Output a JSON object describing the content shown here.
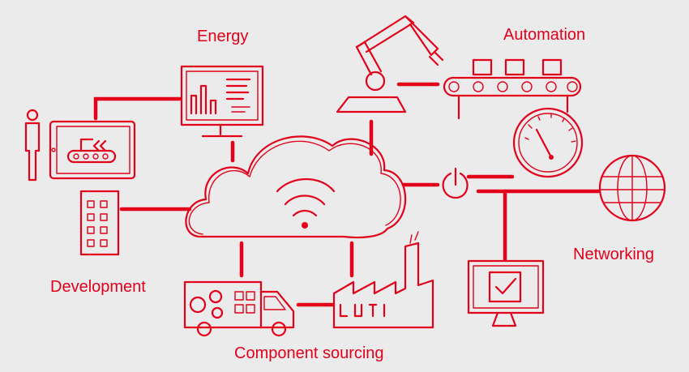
{
  "labels": {
    "energy": "Energy",
    "automation": "Automation",
    "networking": "Networking",
    "development": "Development",
    "component_sourcing": "Component sourcing"
  },
  "colors": {
    "background": "#ebebeb",
    "accent": "#e2001a"
  },
  "icons": {
    "center": "cloud-wifi-icon",
    "energy": "energy-monitor-icon",
    "automation": [
      "robot-arm-icon",
      "conveyor-belt-icon"
    ],
    "networking": [
      "power-button-icon",
      "gauge-icon",
      "globe-icon",
      "checkmark-monitor-icon"
    ],
    "development": [
      "person-icon",
      "tablet-icon",
      "keypad-icon"
    ],
    "component_sourcing": [
      "delivery-truck-icon",
      "factory-icon"
    ]
  }
}
